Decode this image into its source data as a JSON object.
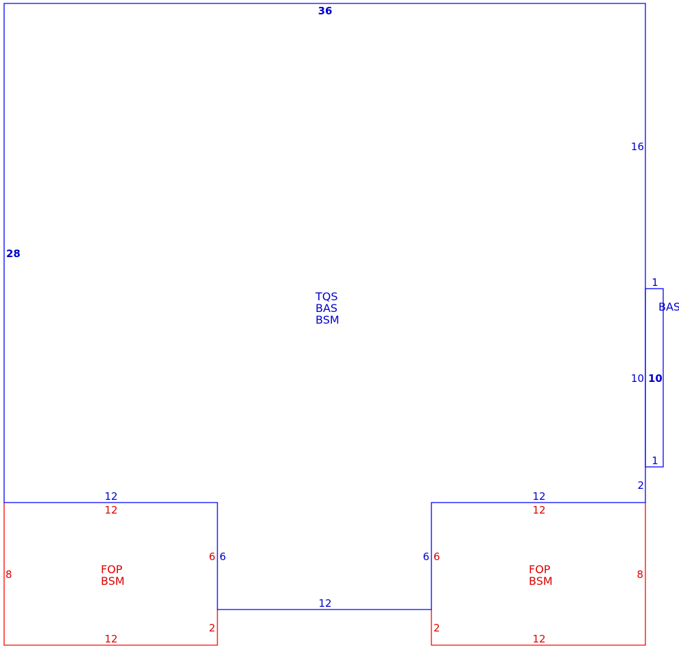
{
  "colors": {
    "main": "#0000ff",
    "main_text": "#0000cc",
    "porch": "#ff0000",
    "porch_text": "#dd0000"
  },
  "main_area": {
    "codes": [
      "TQS",
      "BAS",
      "BSM"
    ],
    "dims": {
      "top": "36",
      "left": "28",
      "right_upper": "16",
      "right_lower": "2",
      "notch_left_side": "6",
      "notch_bottom": "12",
      "notch_right_side": "6",
      "bottom_left": "12",
      "bottom_right": "12"
    }
  },
  "bump_out": {
    "code": "BAS",
    "dims": {
      "top": "1",
      "bottom": "1",
      "left": "10",
      "right": "10"
    }
  },
  "left_porch": {
    "codes": [
      "FOP",
      "BSM"
    ],
    "dims": {
      "top": "12",
      "bottom": "12",
      "left": "8",
      "right_upper": "6",
      "right_lower": "2"
    }
  },
  "right_porch": {
    "codes": [
      "FOP",
      "BSM"
    ],
    "dims": {
      "top": "12",
      "bottom": "12",
      "right": "8",
      "left_upper": "6",
      "left_lower": "2"
    }
  }
}
